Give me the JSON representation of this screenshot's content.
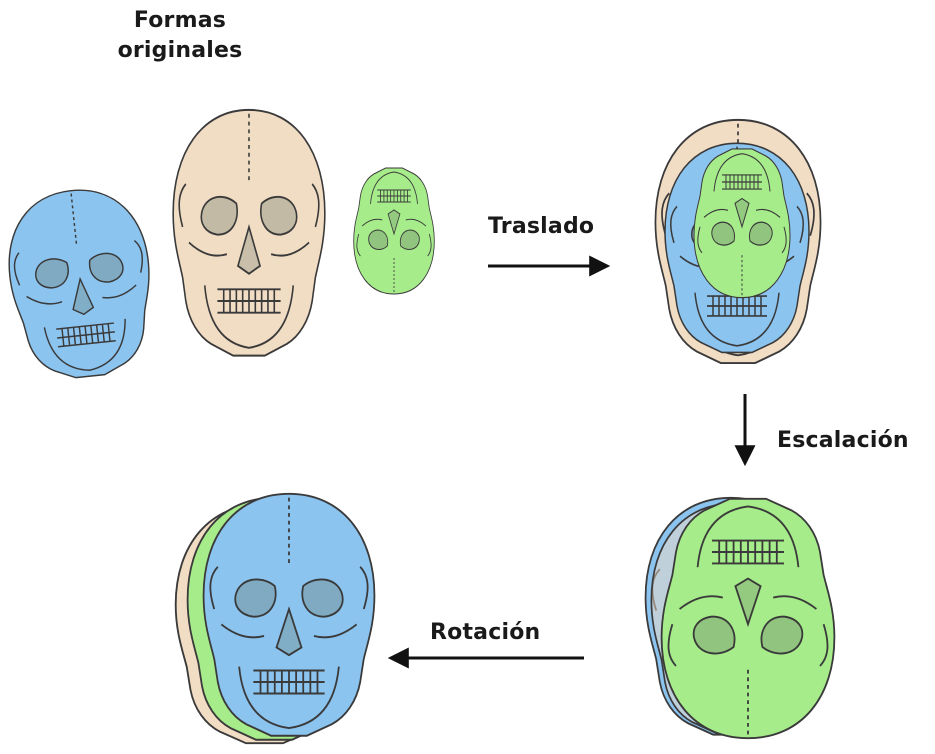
{
  "title_line1": "Formas",
  "title_line2": "originales",
  "steps": {
    "translation": "Traslado",
    "scaling": "Escalación",
    "rotation": "Rotación"
  },
  "colors": {
    "blue_skull": "#8cc4f0",
    "tan_skull": "#f1dcc4",
    "green_skull": "#a6ec8a",
    "outline": "#3a3a3a",
    "arrow": "#111111"
  }
}
